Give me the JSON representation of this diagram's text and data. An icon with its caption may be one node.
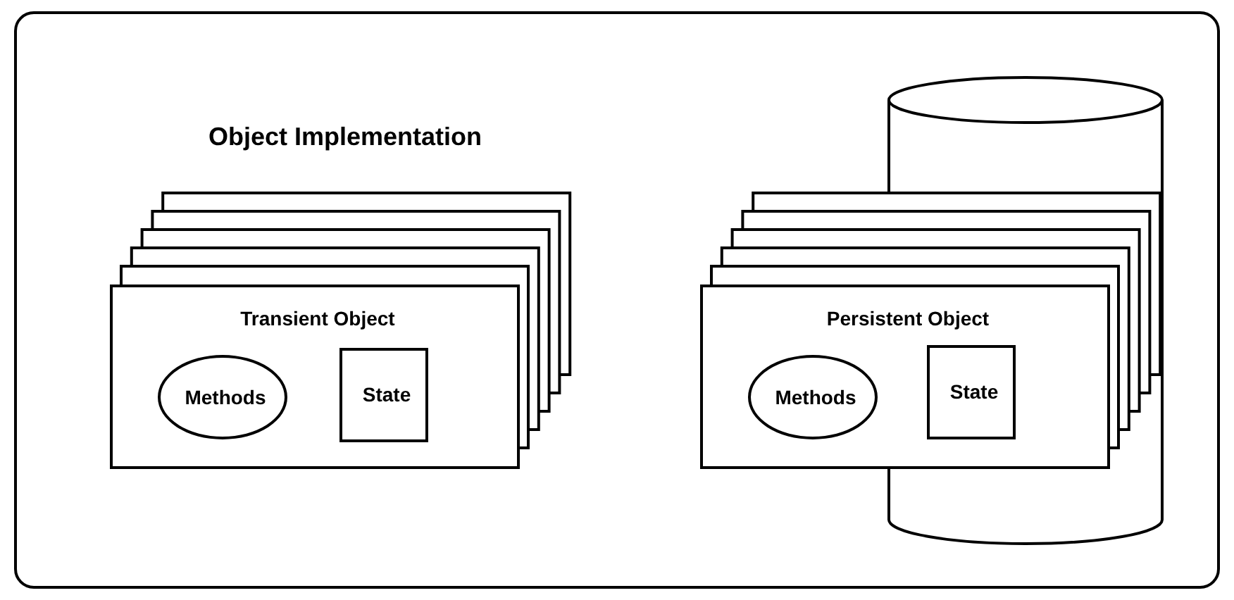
{
  "diagram": {
    "nodes": [
      {
        "text": [
          "Object Implementation"
        ]
      },
      {
        "text": [
          "Transient Object"
        ],
        "in": 0
      },
      {
        "text": [
          "Methods"
        ],
        "in": 1
      },
      {
        "text": [
          "State"
        ],
        "in": 1
      },
      {
        "text": [],
        "shape": "cylinder",
        "in": 0
      },
      {
        "text": [
          "Persistent Object"
        ],
        "in": 0
      },
      {
        "text": [
          "Methods"
        ],
        "in": 5
      },
      {
        "text": [
          "State"
        ]
      }
    ]
  }
}
